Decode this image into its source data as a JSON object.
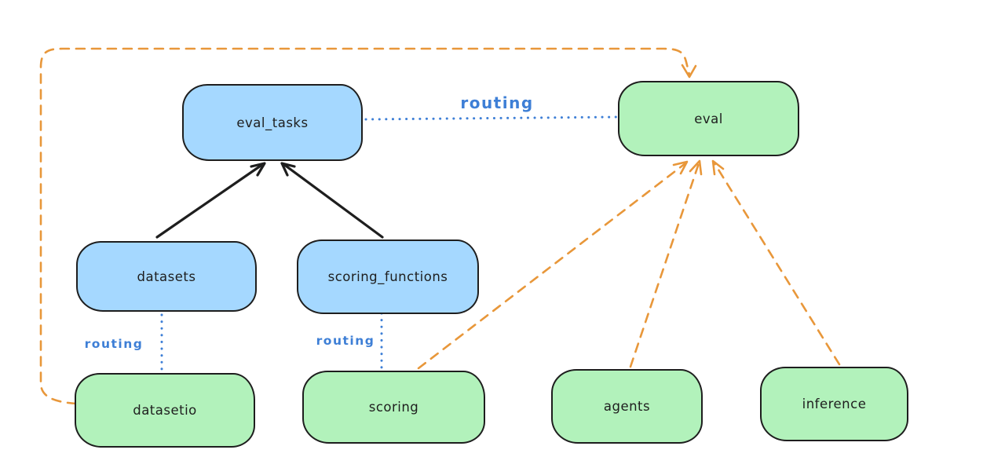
{
  "diagram": {
    "nodes": [
      {
        "id": "eval_tasks",
        "label": "eval_tasks",
        "kind": "resource-blue"
      },
      {
        "id": "eval",
        "label": "eval",
        "kind": "api-green"
      },
      {
        "id": "datasets",
        "label": "datasets",
        "kind": "resource-blue"
      },
      {
        "id": "scoring_functions",
        "label": "scoring_functions",
        "kind": "resource-blue"
      },
      {
        "id": "datasetio",
        "label": "datasetio",
        "kind": "api-green"
      },
      {
        "id": "scoring",
        "label": "scoring",
        "kind": "api-green"
      },
      {
        "id": "agents",
        "label": "agents",
        "kind": "api-green"
      },
      {
        "id": "inference",
        "label": "inference",
        "kind": "api-green"
      }
    ],
    "edges": [
      {
        "from": "datasets",
        "to": "eval_tasks",
        "style": "solid-arrow",
        "color": "black"
      },
      {
        "from": "scoring_functions",
        "to": "eval_tasks",
        "style": "solid-arrow",
        "color": "black"
      },
      {
        "from": "eval_tasks",
        "to": "eval",
        "style": "dotted",
        "color": "blue",
        "label": "routing"
      },
      {
        "from": "datasets",
        "to": "datasetio",
        "style": "dotted",
        "color": "blue",
        "label": "routing"
      },
      {
        "from": "scoring_functions",
        "to": "scoring",
        "style": "dotted",
        "color": "blue",
        "label": "routing"
      },
      {
        "from": "datasetio",
        "to": "eval",
        "style": "dashed-arrow",
        "color": "orange"
      },
      {
        "from": "scoring",
        "to": "eval",
        "style": "dashed-arrow",
        "color": "orange"
      },
      {
        "from": "agents",
        "to": "eval",
        "style": "dashed-arrow",
        "color": "orange"
      },
      {
        "from": "inference",
        "to": "eval",
        "style": "dashed-arrow",
        "color": "orange"
      }
    ],
    "edge_labels": {
      "routing_top": "routing",
      "routing_datasets": "routing",
      "routing_scoring": "routing"
    },
    "colors": {
      "box-blue": "#a5d8ff",
      "box-green": "#b2f2bb",
      "stroke-dark": "#1e1e1e",
      "accent-orange": "#e8973a",
      "accent-blue": "#3e7fd6",
      "canvas-bg": "#ffffff"
    }
  }
}
